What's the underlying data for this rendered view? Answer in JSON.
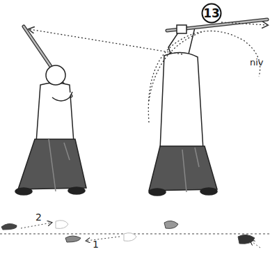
{
  "diagram": {
    "nodes": [
      {
        "text": [
          "13"
        ]
      }
    ],
    "labels": [
      "niv",
      "2",
      "1"
    ]
  }
}
